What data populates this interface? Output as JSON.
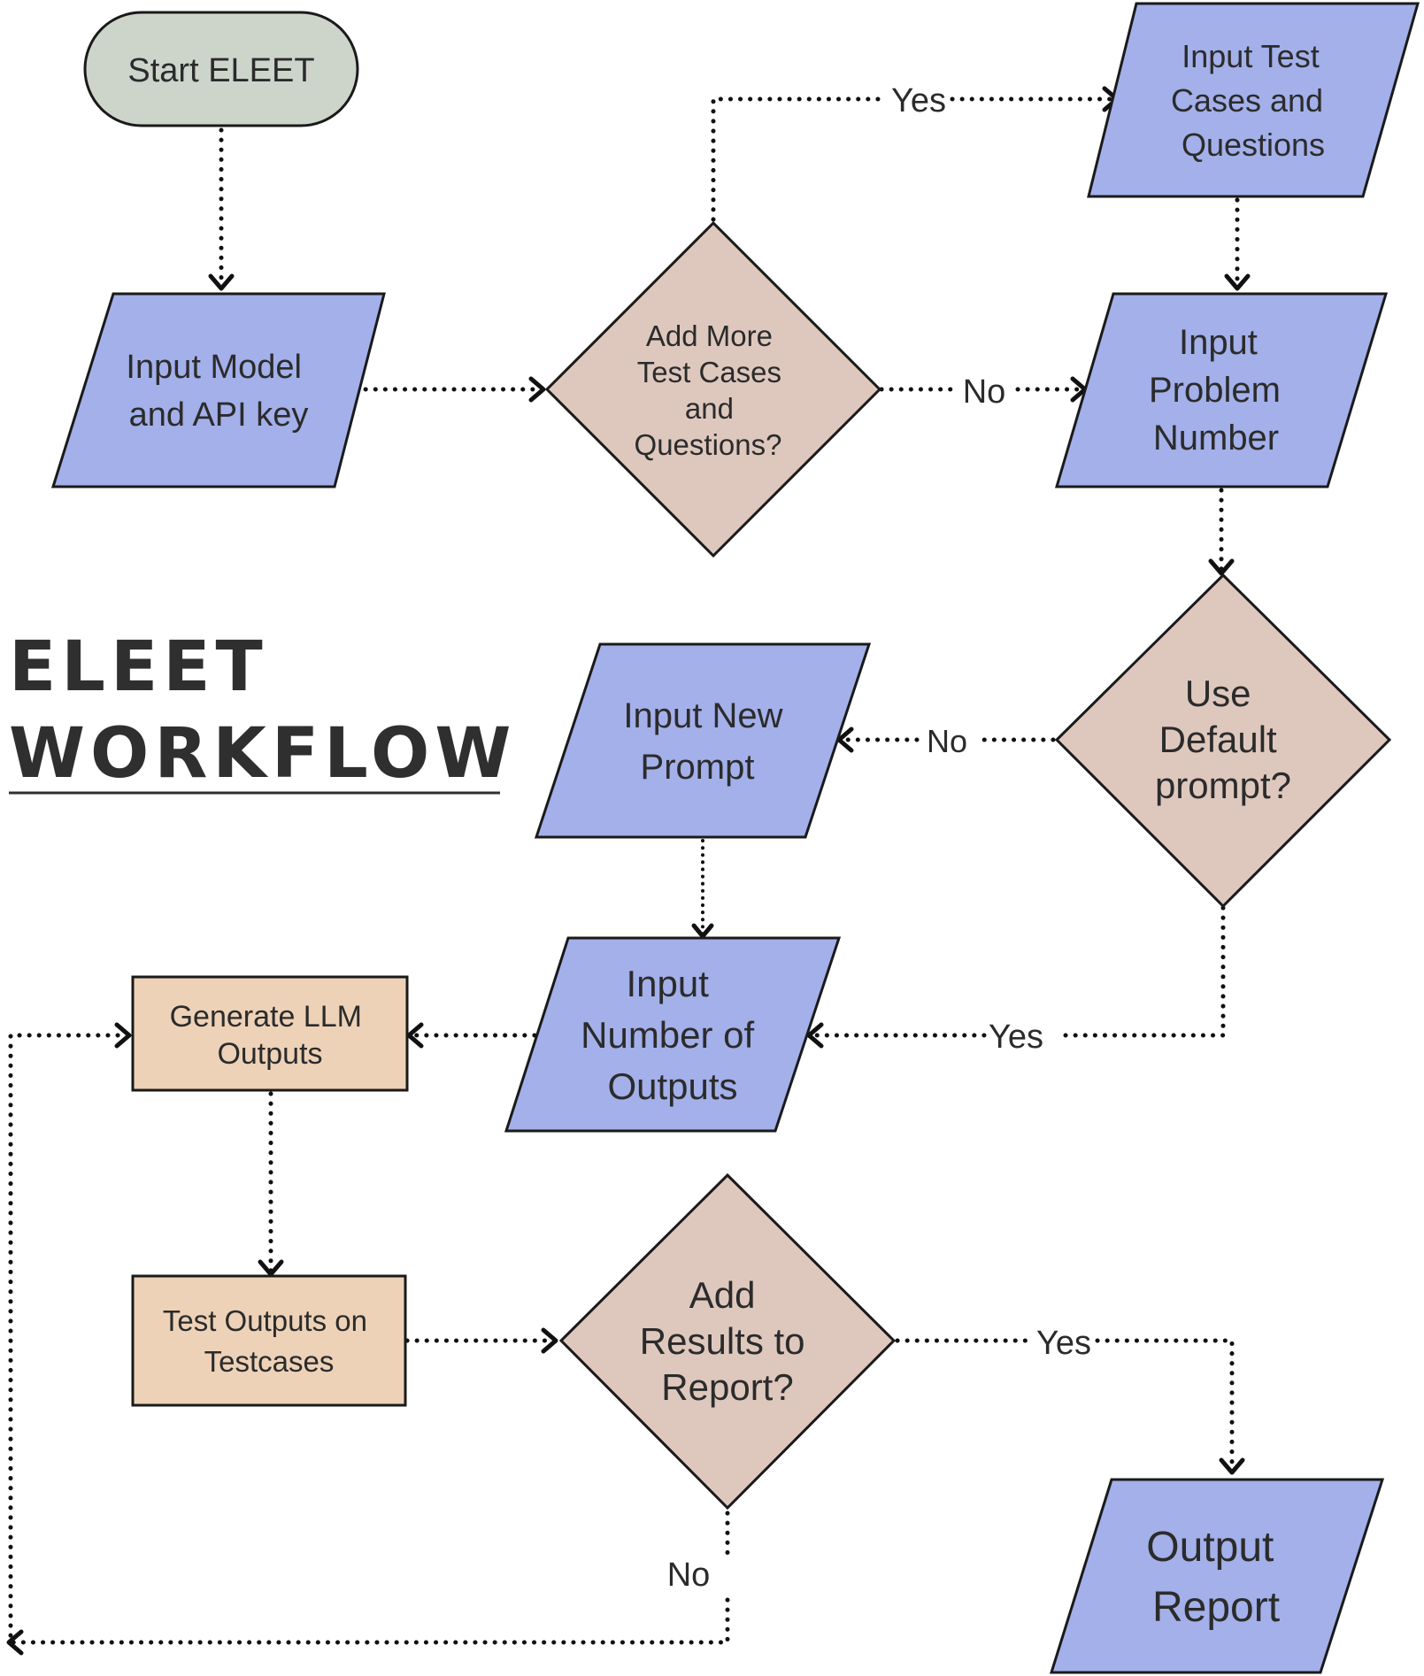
{
  "title": {
    "line1": "ELEET",
    "line2": "WORKFLOW"
  },
  "colors": {
    "terminator": "#cdd5cb",
    "io": "#a3b0ea",
    "decision": "#dec8be",
    "process": "#edd2b8",
    "stroke": "#1a1a1a"
  },
  "nodes": {
    "start": {
      "lines": [
        "Start ELEET"
      ]
    },
    "input_model": {
      "lines": [
        "Input Model",
        "and API key"
      ]
    },
    "add_more_decision": {
      "lines": [
        "Add More",
        "Test Cases",
        "and",
        "Questions?"
      ]
    },
    "input_test_cases": {
      "lines": [
        "Input Test",
        "Cases and",
        "Questions"
      ]
    },
    "input_problem": {
      "lines": [
        "Input",
        "Problem",
        "Number"
      ]
    },
    "default_prompt_decision": {
      "lines": [
        "Use",
        "Default",
        "prompt?"
      ]
    },
    "input_new_prompt": {
      "lines": [
        "Input New",
        "Prompt"
      ]
    },
    "input_num_outputs": {
      "lines": [
        "Input",
        "Number of",
        "Outputs"
      ]
    },
    "generate_outputs": {
      "lines": [
        "Generate LLM",
        "Outputs"
      ]
    },
    "test_outputs": {
      "lines": [
        "Test Outputs on",
        "Testcases"
      ]
    },
    "add_results_decision": {
      "lines": [
        "Add",
        "Results to",
        "Report?"
      ]
    },
    "output_report": {
      "lines": [
        "Output",
        "Report"
      ]
    }
  },
  "edge_labels": {
    "add_more_yes": "Yes",
    "add_more_no": "No",
    "default_prompt_no": "No",
    "default_prompt_yes": "Yes",
    "add_results_yes": "Yes",
    "add_results_no": "No"
  }
}
